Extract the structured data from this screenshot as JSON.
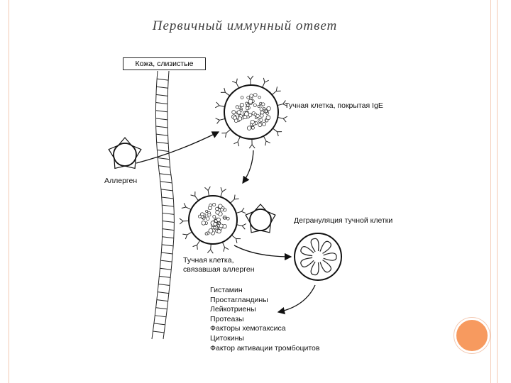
{
  "slide": {
    "title": "Первичный иммунный ответ"
  },
  "colors": {
    "accent": "#f79a5f",
    "frame": "#f3c9b2",
    "title": "#404040"
  },
  "diagram": {
    "skin_label": "Кожа, слизистые",
    "mast_cell_ige_label": "Тучная клетка, покрытая IgE",
    "allergen_label": "Аллерген",
    "degranulation_label": "Дегрануляция тучной клетки",
    "mast_cell_bound_label": "Тучная клетка,\nсвязавшая аллерген",
    "mediators": [
      "Гистамин",
      "Простагландины",
      "Лейкотриены",
      "Протеазы",
      "Факторы хемотаксиса",
      "Цитокины",
      "Фактор активации тромбоцитов"
    ]
  }
}
